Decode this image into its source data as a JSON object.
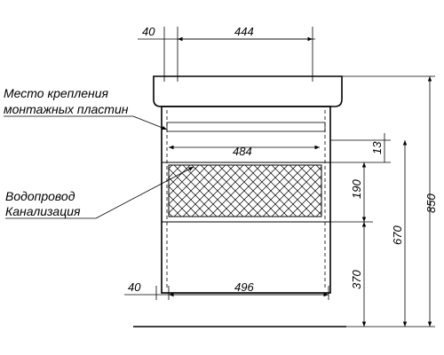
{
  "labels": {
    "mounting_line1": "Место крепления",
    "mounting_line2": "монтажных пластин",
    "plumbing_line1": "Водопровод",
    "plumbing_line2": "Канализация"
  },
  "dimensions": {
    "top_offset": "40",
    "top_width": "444",
    "inner_width": "484",
    "gap_13": "13",
    "bottom_offset": "40",
    "bottom_width": "496",
    "hatch_height": "190",
    "lower_height": "370",
    "mid_height": "670",
    "total_height": "850"
  }
}
